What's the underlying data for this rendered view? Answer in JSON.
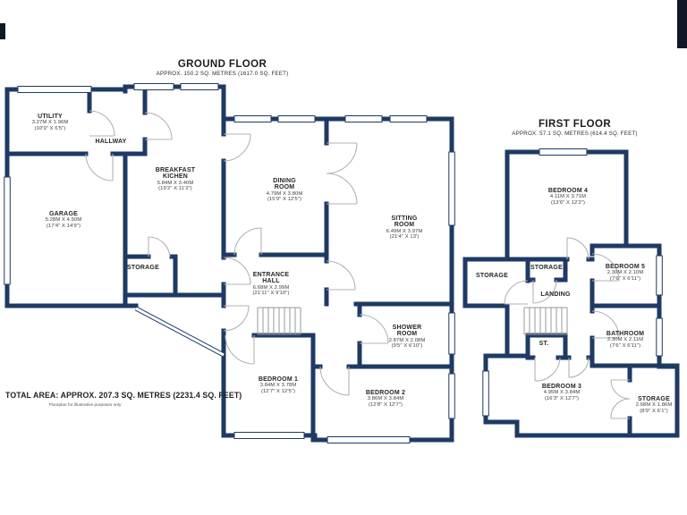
{
  "document": {
    "total_area": "TOTAL AREA: APPROX. 207.3 SQ. METRES (2231.4 SQ. FEET)",
    "disclaimer": "Floorplan for illustrative purposes only",
    "wall_color": "#1e3a64",
    "door_arc_color": "#b3b3b3",
    "text_color": "#262626"
  },
  "ground_floor": {
    "title": "GROUND FLOOR",
    "subtitle": "APPROX. 150.2 SQ. METRES (1617.0 SQ. FEET)",
    "rooms": {
      "utility": {
        "name": "UTILITY",
        "metric": "3.27M X 1.96M",
        "imperial": "(10'9\" X 6'5\")"
      },
      "hallway": {
        "name": "HALLWAY"
      },
      "garage": {
        "name": "GARAGE",
        "metric": "5.28M X 4.50M",
        "imperial": "(17'4\" X 14'9\")"
      },
      "breakfast_kitchen": {
        "name": "BREAKFAST\nKICHEN",
        "metric": "5.84M X 3.40M",
        "imperial": "(19'2\" X 11'2\")"
      },
      "dining_room": {
        "name": "DINING\nROOM",
        "metric": "4.79M X 3.80M",
        "imperial": "(15'9\" X 12'5\")"
      },
      "sitting_room": {
        "name": "SITTING\nROOM",
        "metric": "6.49M X 3.97M",
        "imperial": "(21'4\" X 13')"
      },
      "storage": {
        "name": "STORAGE"
      },
      "entrance_hall": {
        "name": "ENTRANCE\nHALL",
        "metric": "6.68M X 2.99M",
        "imperial": "(21'11\" X 9'10\")"
      },
      "shower_room": {
        "name": "SHOWER\nROOM",
        "metric": "2.87M X 2.08M",
        "imperial": "(9'5\" X 6'10\")"
      },
      "bedroom_1": {
        "name": "BEDROOM 1",
        "metric": "3.84M X 3.78M",
        "imperial": "(12'7\" X 12'5\")"
      },
      "bedroom_2": {
        "name": "BEDROOM 2",
        "metric": "3.86M X 3.84M",
        "imperial": "(12'8\" X 12'7\")"
      }
    }
  },
  "first_floor": {
    "title": "FIRST FLOOR",
    "subtitle": "APPROX. 57.1 SQ. METRES (614.4 SQ. FEET)",
    "rooms": {
      "bedroom_4": {
        "name": "BEDROOM 4",
        "metric": "4.11M X 3.71M",
        "imperial": "(13'6\" X 12'2\")"
      },
      "storage_left": {
        "name": "STORAGE"
      },
      "storage_mid": {
        "name": "STORAGE"
      },
      "bedroom_5": {
        "name": "BEDROOM 5",
        "metric": "2.30M X 2.10M",
        "imperial": "(7'6\" X 6'11\")"
      },
      "landing": {
        "name": "LANDING"
      },
      "bathroom": {
        "name": "BATHROOM",
        "metric": "2.30M X 2.11M",
        "imperial": "(7'6\" X 6'11\")"
      },
      "st": {
        "name": "ST."
      },
      "bedroom_3": {
        "name": "BEDROOM 3",
        "metric": "4.95M X 3.84M",
        "imperial": "(16'3\" X 12'7\")"
      },
      "storage_br": {
        "name": "STORAGE",
        "metric": "2.68M X 1.86M",
        "imperial": "(8'9\" X 6'1\")"
      }
    }
  }
}
